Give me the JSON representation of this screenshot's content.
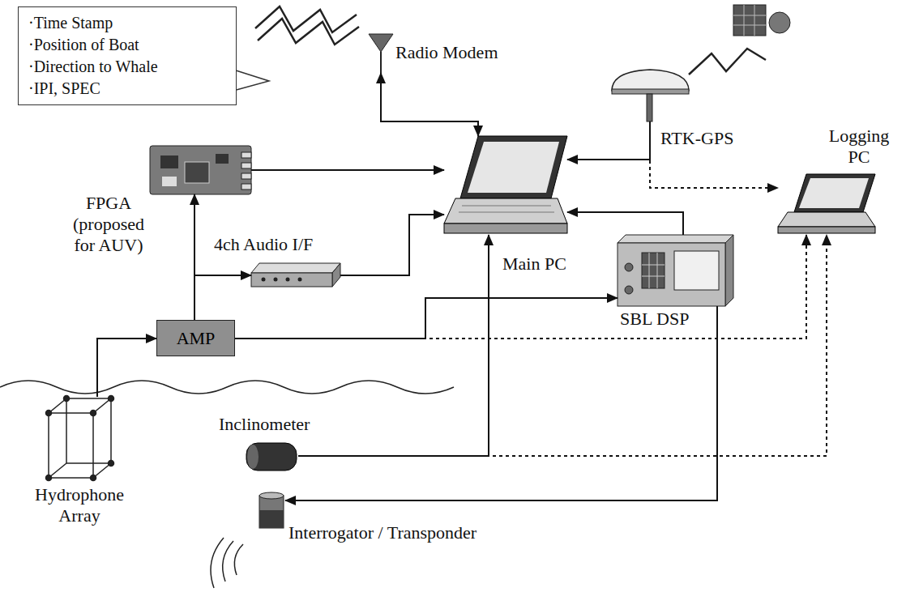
{
  "diagram": {
    "nodes": [
      {
        "text": [
          "·Time Stamp",
          "·Position of Boat",
          "·Direction to Whale",
          "·IPI, SPEC"
        ]
      },
      {
        "text": [
          "Radio Modem"
        ]
      },
      {
        "text": [
          "RTK-GPS"
        ]
      },
      {
        "text": [
          "Logging PC"
        ]
      },
      {
        "text": [
          "FPGA (proposed for AUV)"
        ]
      },
      {
        "text": [
          "Main PC"
        ]
      },
      {
        "text": [
          "4ch Audio I/F"
        ]
      },
      {
        "text": [
          "SBL DSP"
        ]
      },
      {
        "text": [
          "AMP"
        ]
      },
      {
        "text": [
          "Inclinometer"
        ]
      },
      {
        "text": [
          "Hydrophone Array"
        ]
      },
      {
        "text": [
          "Interrogator / Transponder"
        ]
      }
    ],
    "edges": [
      {
        "from": 5,
        "to": 1,
        "arrow": "both"
      },
      {
        "from": 2,
        "to": 5,
        "arrow": "to"
      },
      {
        "from": 2,
        "to": 3,
        "arrow": "to"
      },
      {
        "from": 4,
        "to": 5,
        "arrow": "to"
      },
      {
        "from": 10,
        "to": 8,
        "arrow": "to"
      },
      {
        "from": 8,
        "to": 4,
        "arrow": "to"
      },
      {
        "from": 8,
        "to": 6,
        "arrow": "to"
      },
      {
        "from": 6,
        "to": 5,
        "arrow": "to"
      },
      {
        "from": 8,
        "to": 7,
        "arrow": "to"
      },
      {
        "from": 8,
        "to": 3,
        "arrow": "to"
      },
      {
        "from": 7,
        "to": 5,
        "arrow": "to"
      },
      {
        "from": 7,
        "to": 11,
        "arrow": "to"
      },
      {
        "from": 9,
        "to": 5,
        "arrow": "to"
      },
      {
        "from": 9,
        "to": 3,
        "arrow": "to"
      }
    ]
  }
}
